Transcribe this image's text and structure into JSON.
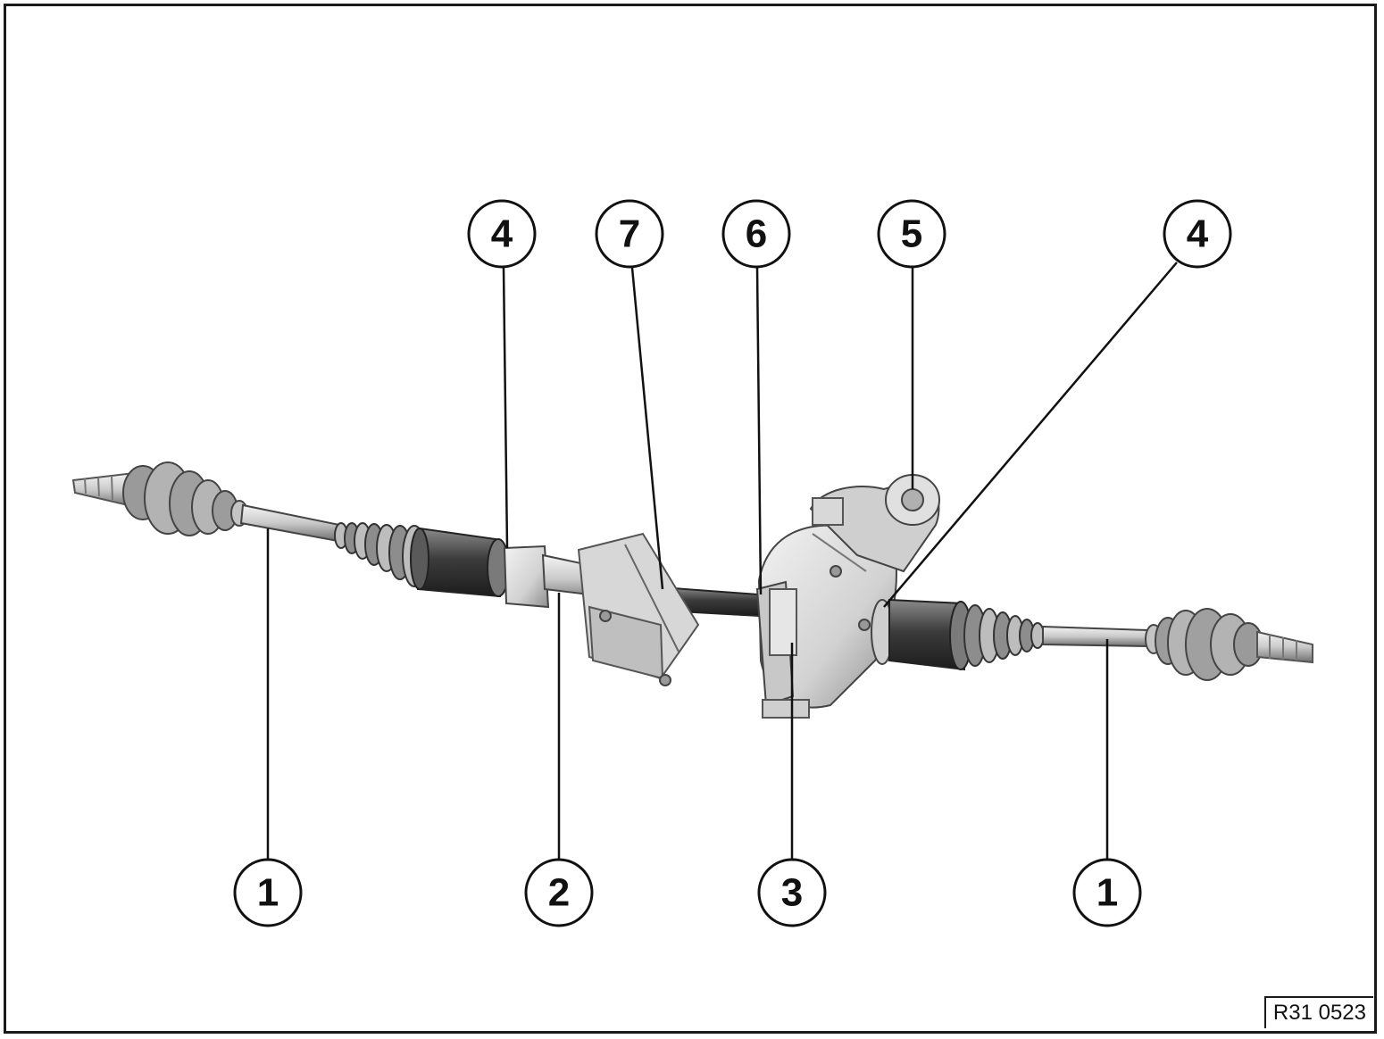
{
  "reference_code": "R31 0523",
  "callouts": [
    {
      "id": "c1-left",
      "label": "1"
    },
    {
      "id": "c2",
      "label": "2"
    },
    {
      "id": "c3",
      "label": "3"
    },
    {
      "id": "c1-right",
      "label": "1"
    },
    {
      "id": "c4-left",
      "label": "4"
    },
    {
      "id": "c7",
      "label": "7"
    },
    {
      "id": "c6",
      "label": "6"
    },
    {
      "id": "c5",
      "label": "5"
    },
    {
      "id": "c4-right",
      "label": "4"
    }
  ],
  "colors": {
    "ink": "#111111",
    "metal_light": "#e6e6e6",
    "metal_mid": "#bdbdbd",
    "metal_dark": "#3a3a3a"
  }
}
